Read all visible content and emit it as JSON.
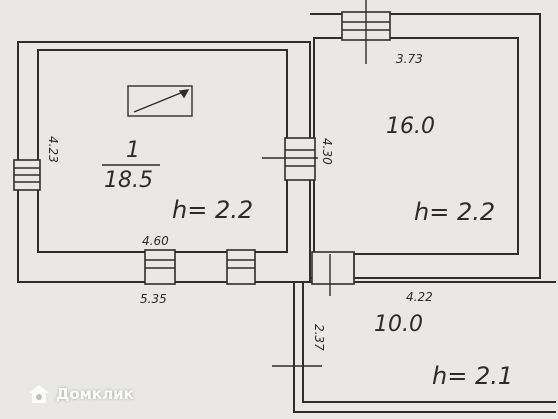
{
  "plan": {
    "rooms": [
      {
        "number": "1",
        "area": "18.5",
        "height_label": "h= 2.2"
      },
      {
        "area": "16.0",
        "height_label": "h= 2.2"
      },
      {
        "area": "10.0",
        "height_label": "h= 2.1"
      }
    ],
    "dimensions": {
      "room1_left": "4.23",
      "room1_bottom_inner": "4.60",
      "room1_bottom_outer": "5.35",
      "room2_top": "3.73",
      "room2_left": "4.30",
      "room3_top": "4.22",
      "room3_left": "2.37"
    }
  },
  "watermark": {
    "text": "Домклик",
    "icon": "house-logo-icon"
  },
  "colors": {
    "paper": "#e9e8e4",
    "ink": "#2e2e2e"
  }
}
